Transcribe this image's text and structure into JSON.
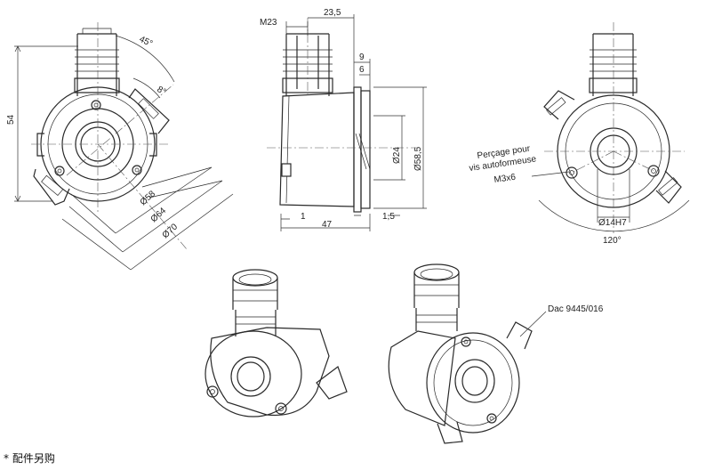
{
  "front_view": {
    "dim_height": "54",
    "dim_angle_45": "45°",
    "dim_angle_8": "8°",
    "dim_d58": "Ø58",
    "dim_d64": "Ø64",
    "dim_d70": "Ø70"
  },
  "side_view": {
    "dim_m23": "M23",
    "dim_23_5": "23,5",
    "dim_9": "9",
    "dim_6": "6",
    "dim_d24": "Ø24",
    "dim_d58_5": "Ø58,5",
    "dim_1": "1",
    "dim_47": "47",
    "dim_1_5": "1,5"
  },
  "rear_view": {
    "note_line1": "Perçage pour",
    "note_line2": "vis autoformeuse",
    "note_line3": "M3x6",
    "dim_bore": "Ø14H7",
    "dim_angle_120": "120°"
  },
  "iso_view": {
    "part_label": "Dac 9445/016"
  },
  "footnote": "*  配件另购"
}
